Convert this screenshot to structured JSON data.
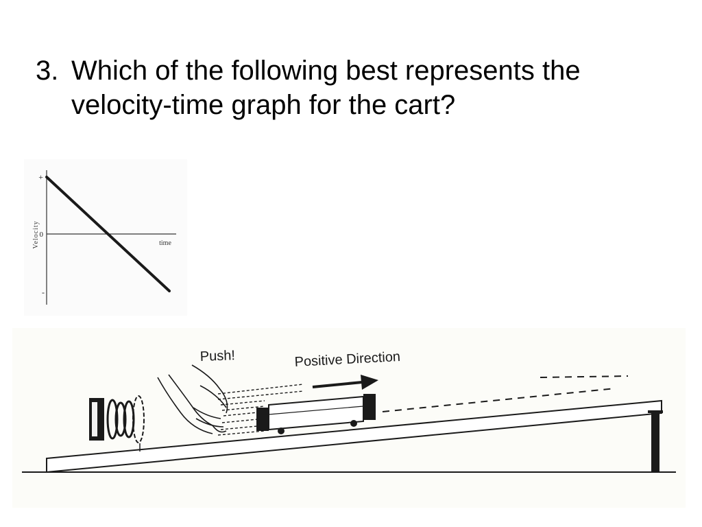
{
  "question": {
    "number": "3.",
    "text": "Which of the following best represents the velocity-time graph for the cart?"
  },
  "graph": {
    "y_axis_label": "Velocity",
    "x_axis_label": "time",
    "top_tick": "+",
    "zero_tick": "0",
    "bottom_tick": "-"
  },
  "chart_data": {
    "type": "line",
    "xlabel": "time",
    "ylabel": "Velocity",
    "series": [
      {
        "x": [
          0,
          1
        ],
        "y": [
          1,
          -1
        ]
      }
    ],
    "note": "velocity decreases linearly from positive through zero to negative"
  },
  "diagram": {
    "push_label": "Push!",
    "direction_label": "Positive Direction"
  },
  "colors": {
    "ink": "#1a1a1a",
    "background": "#ffffff"
  }
}
